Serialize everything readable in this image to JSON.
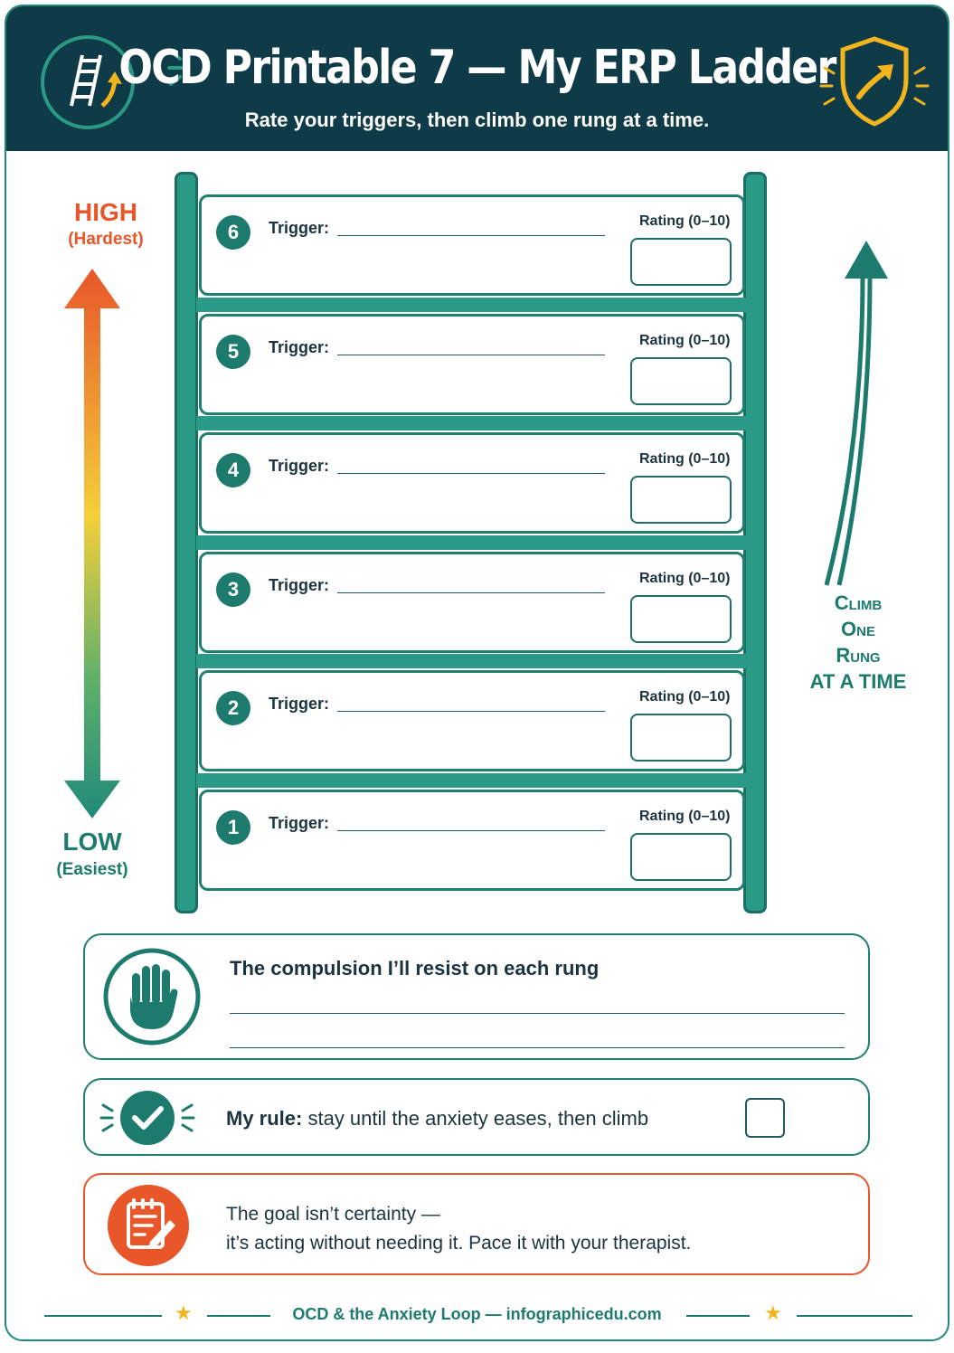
{
  "header": {
    "title": "OCD Printable 7 — My ERP Ladder",
    "subtitle": "Rate your triggers, then climb one rung at a time."
  },
  "scale": {
    "high": "HIGH",
    "high_sub": "(Hardest)",
    "low": "LOW",
    "low_sub": "(Easiest)"
  },
  "climb": [
    "Climb",
    "One",
    "Rung",
    "at a time"
  ],
  "rungs": [
    {
      "number": "6",
      "trigger_label": "Trigger:",
      "rating_label": "Rating (0–10)"
    },
    {
      "number": "5",
      "trigger_label": "Trigger:",
      "rating_label": "Rating (0–10)"
    },
    {
      "number": "4",
      "trigger_label": "Trigger:",
      "rating_label": "Rating (0–10)"
    },
    {
      "number": "3",
      "trigger_label": "Trigger:",
      "rating_label": "Rating (0–10)"
    },
    {
      "number": "2",
      "trigger_label": "Trigger:",
      "rating_label": "Rating (0–10)"
    },
    {
      "number": "1",
      "trigger_label": "Trigger:",
      "rating_label": "Rating (0–10)"
    }
  ],
  "compulsion": {
    "title": "The compulsion I’ll resist on each rung"
  },
  "rule": {
    "bold": "My rule:",
    "text": " stay until the anxiety eases, then climb"
  },
  "goal": {
    "line1": "The goal isn’t certainty —",
    "line2": "it’s acting without needing it. Pace it with your therapist."
  },
  "footer": {
    "text": "OCD & the Anxiety Loop — infographicedu.com"
  },
  "colors": {
    "navy": "#0f3a48",
    "teal": "#1c7b6c",
    "orange": "#e8562a",
    "gold": "#f2b51d"
  }
}
